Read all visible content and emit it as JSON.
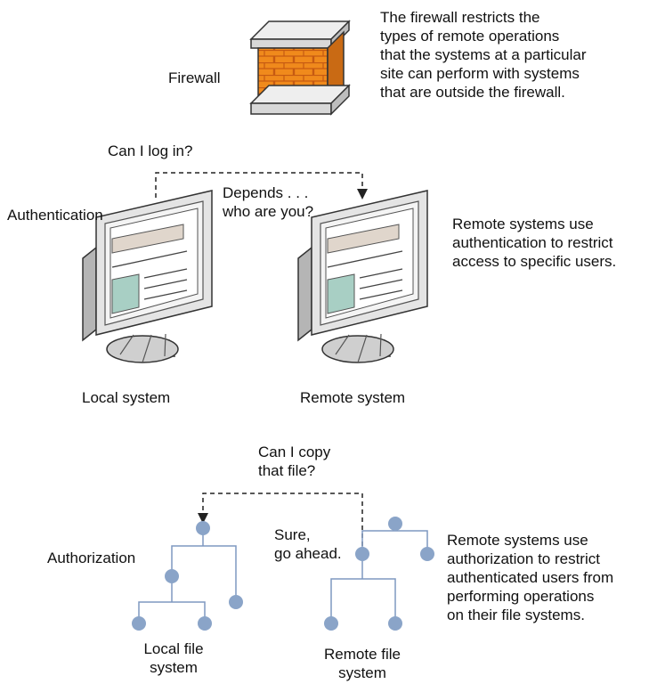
{
  "firewall": {
    "label": "Firewall",
    "desc": [
      "The firewall restricts the",
      "types of remote operations",
      "that the systems at a particular",
      "site can perform with systems",
      "that are outside the firewall."
    ]
  },
  "authentication": {
    "question": "Can I log in?",
    "answer": [
      "Depends . . .",
      "who are you?"
    ],
    "label": "Authentication",
    "desc": [
      "Remote systems use",
      "authentication to restrict",
      "access to specific users."
    ],
    "local_label": "Local system",
    "remote_label": "Remote system"
  },
  "authorization": {
    "question": [
      "Can I copy",
      "that file?"
    ],
    "answer": [
      "Sure,",
      "go ahead."
    ],
    "label": "Authorization",
    "desc": [
      "Remote systems use",
      "authorization to restrict",
      "authenticated users from",
      "performing operations",
      "on their file systems."
    ],
    "local_label": [
      "Local file",
      "system"
    ],
    "remote_label": [
      "Remote file",
      "system"
    ]
  },
  "colors": {
    "brick": "#f08a1c",
    "mortar": "#c65a12",
    "monitor_frame": "#e4e4e4",
    "screen_header": "#e0d6cc",
    "screen_block": "#a8cfc4",
    "node": "#8aa4c8",
    "tree_line": "#7f98c0"
  }
}
